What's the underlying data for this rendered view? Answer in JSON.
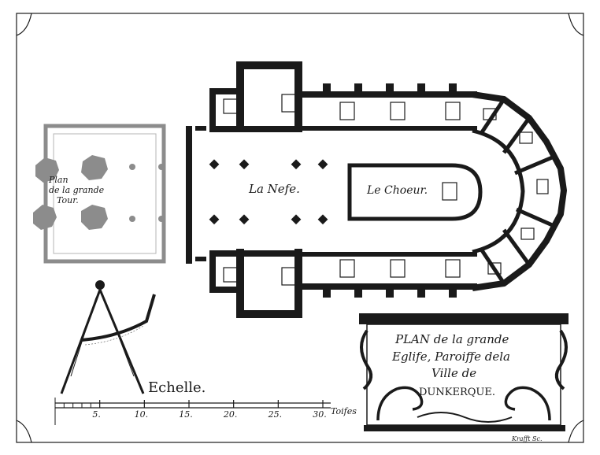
{
  "labels": {
    "nave": "La Nefe.",
    "choir": "Le Choeur.",
    "tower_line1": "Plan",
    "tower_line2": "de la grande",
    "tower_line3": "Tour.",
    "scale_title": "Echelle.",
    "scale_unit": "Toifes",
    "cartouche_line1": "PLAN de la grande",
    "cartouche_line2": "Eglife, Paroiffe dela",
    "cartouche_line3": "Ville de",
    "cartouche_line4": "DUNKERQUE.",
    "engraver": "Krafft Sc."
  },
  "scale_ticks": [
    "5.",
    "10.",
    "15.",
    "20.",
    "25.",
    "30."
  ],
  "colors": {
    "ink": "#1a1a1a",
    "paper": "#ffffff",
    "tower_gray": "#8c8c8c"
  }
}
